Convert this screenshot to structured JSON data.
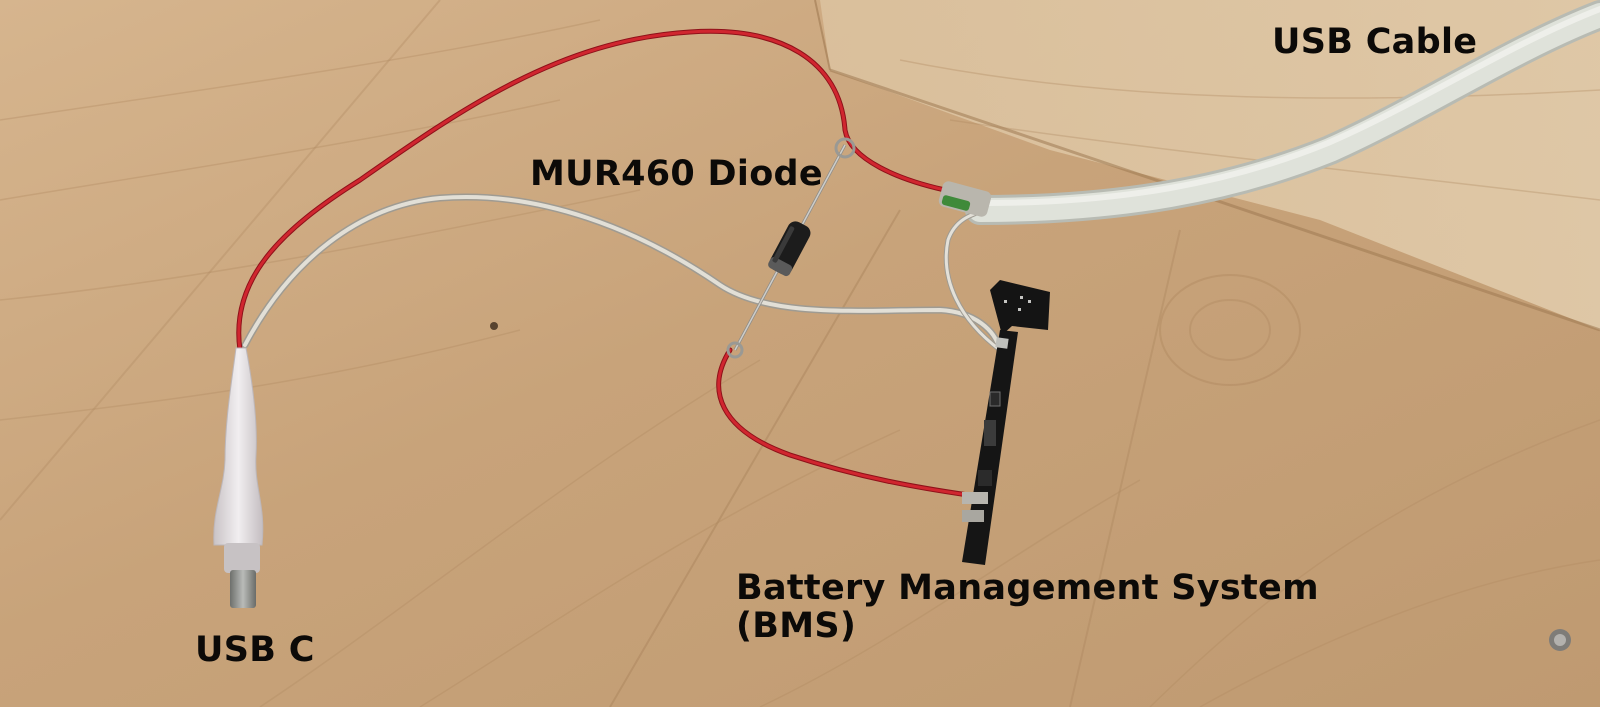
{
  "labels": {
    "usb_cable": "USB Cable",
    "diode": "MUR460 Diode",
    "bms_line1": "Battery Management System",
    "bms_line2": "(BMS)",
    "usb_c": "USB C"
  },
  "colors": {
    "floor_light": "#d3b28a",
    "floor_dark": "#b8916a",
    "red_wire": "#c8202a",
    "silver_wire": "#d6d2c8",
    "usb_cable": "#d9dcd4",
    "board": "#151515",
    "diode_body": "#1c1c1c",
    "heatshrink": "#e6e1e4",
    "connector": "#8f918e"
  }
}
